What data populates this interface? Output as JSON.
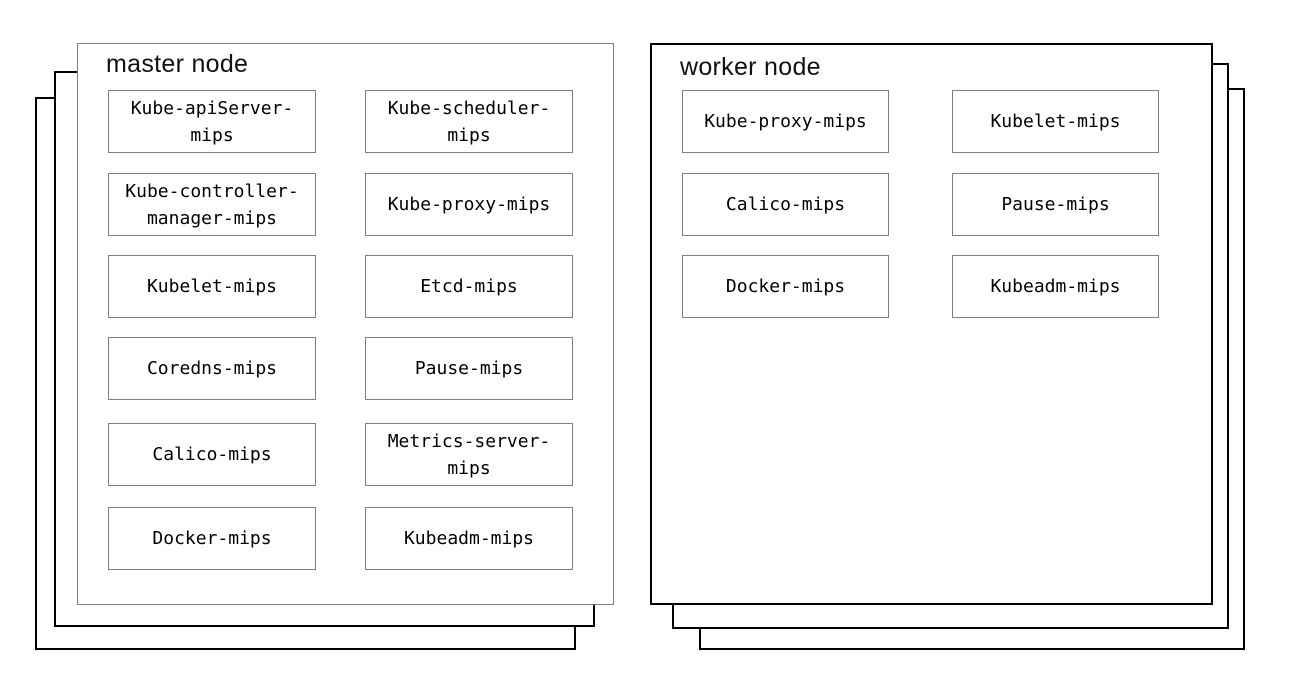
{
  "master": {
    "title": "master node",
    "components": [
      "Kube-apiServer-mips",
      "Kube-scheduler-mips",
      "Kube-controller-manager-mips",
      "Kube-proxy-mips",
      "Kubelet-mips",
      "Etcd-mips",
      "Coredns-mips",
      "Pause-mips",
      "Calico-mips",
      "Metrics-server-mips",
      "Docker-mips",
      "Kubeadm-mips"
    ]
  },
  "worker": {
    "title": "worker node",
    "components": [
      "Kube-proxy-mips",
      "Kubelet-mips",
      "Calico-mips",
      "Pause-mips",
      "Docker-mips",
      "Kubeadm-mips"
    ]
  },
  "stack": {
    "layers_per_node": 3
  },
  "style": {
    "background": "#ffffff",
    "text_color": "#000000",
    "master_front_border": "#808080",
    "worker_front_border": "#000000",
    "stack_back_border": "#000000",
    "component_border": "#808080"
  }
}
